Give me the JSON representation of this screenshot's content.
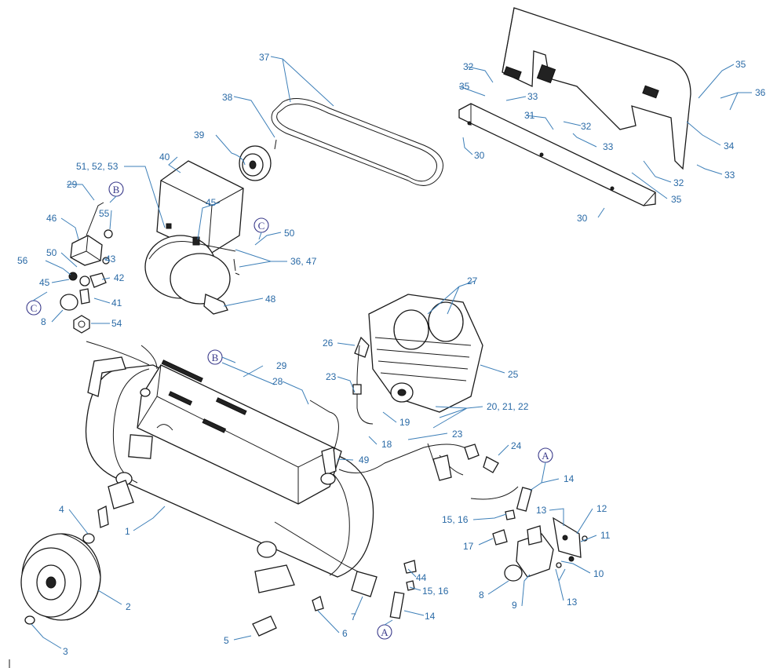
{
  "labels": {
    "l1": "1",
    "l2": "2",
    "l3": "3",
    "l4": "4",
    "l5": "5",
    "l6": "6",
    "l7": "7",
    "l8a": "8",
    "l8b": "8",
    "l9": "9",
    "l10": "10",
    "l11": "11",
    "l12": "12",
    "l13a": "13",
    "l13b": "13",
    "l14a": "14",
    "l14b": "14",
    "l1516a": "15, 16",
    "l1516b": "15, 16",
    "l17": "17",
    "l18": "18",
    "l19": "19",
    "l202122": "20, 21, 22",
    "l23a": "23",
    "l23b": "23",
    "l24": "24",
    "l25": "25",
    "l26": "26",
    "l27": "27",
    "l28": "28",
    "l29a": "29",
    "l29b": "29",
    "l30a": "30",
    "l30b": "30",
    "l31": "31",
    "l32a": "32",
    "l32b": "32",
    "l32c": "32",
    "l33a": "33",
    "l33b": "33",
    "l33c": "33",
    "l34": "34",
    "l35a": "35",
    "l35b": "35",
    "l35c": "35",
    "l36a": "36",
    "l3647": "36, 47",
    "l37": "37",
    "l38": "38",
    "l39": "39",
    "l40": "40",
    "l41": "41",
    "l42": "42",
    "l43": "43",
    "l44": "44",
    "l45a": "45",
    "l45b": "45",
    "l46": "46",
    "l48": "48",
    "l49": "49",
    "l50a": "50",
    "l50b": "50",
    "l515253": "51, 52, 53",
    "l54": "54",
    "l55": "55",
    "l56": "56"
  },
  "callouts": {
    "bubbleA1": "A",
    "bubbleA2": "A",
    "bubbleB1": "B",
    "bubbleB2": "B",
    "bubbleC1": "C",
    "bubbleC2": "C"
  },
  "colors": {
    "leader": "#3d7fb8",
    "label": "#2a6aa6",
    "line_art": "#1a1a1a",
    "callout": "#3a3a8a"
  }
}
